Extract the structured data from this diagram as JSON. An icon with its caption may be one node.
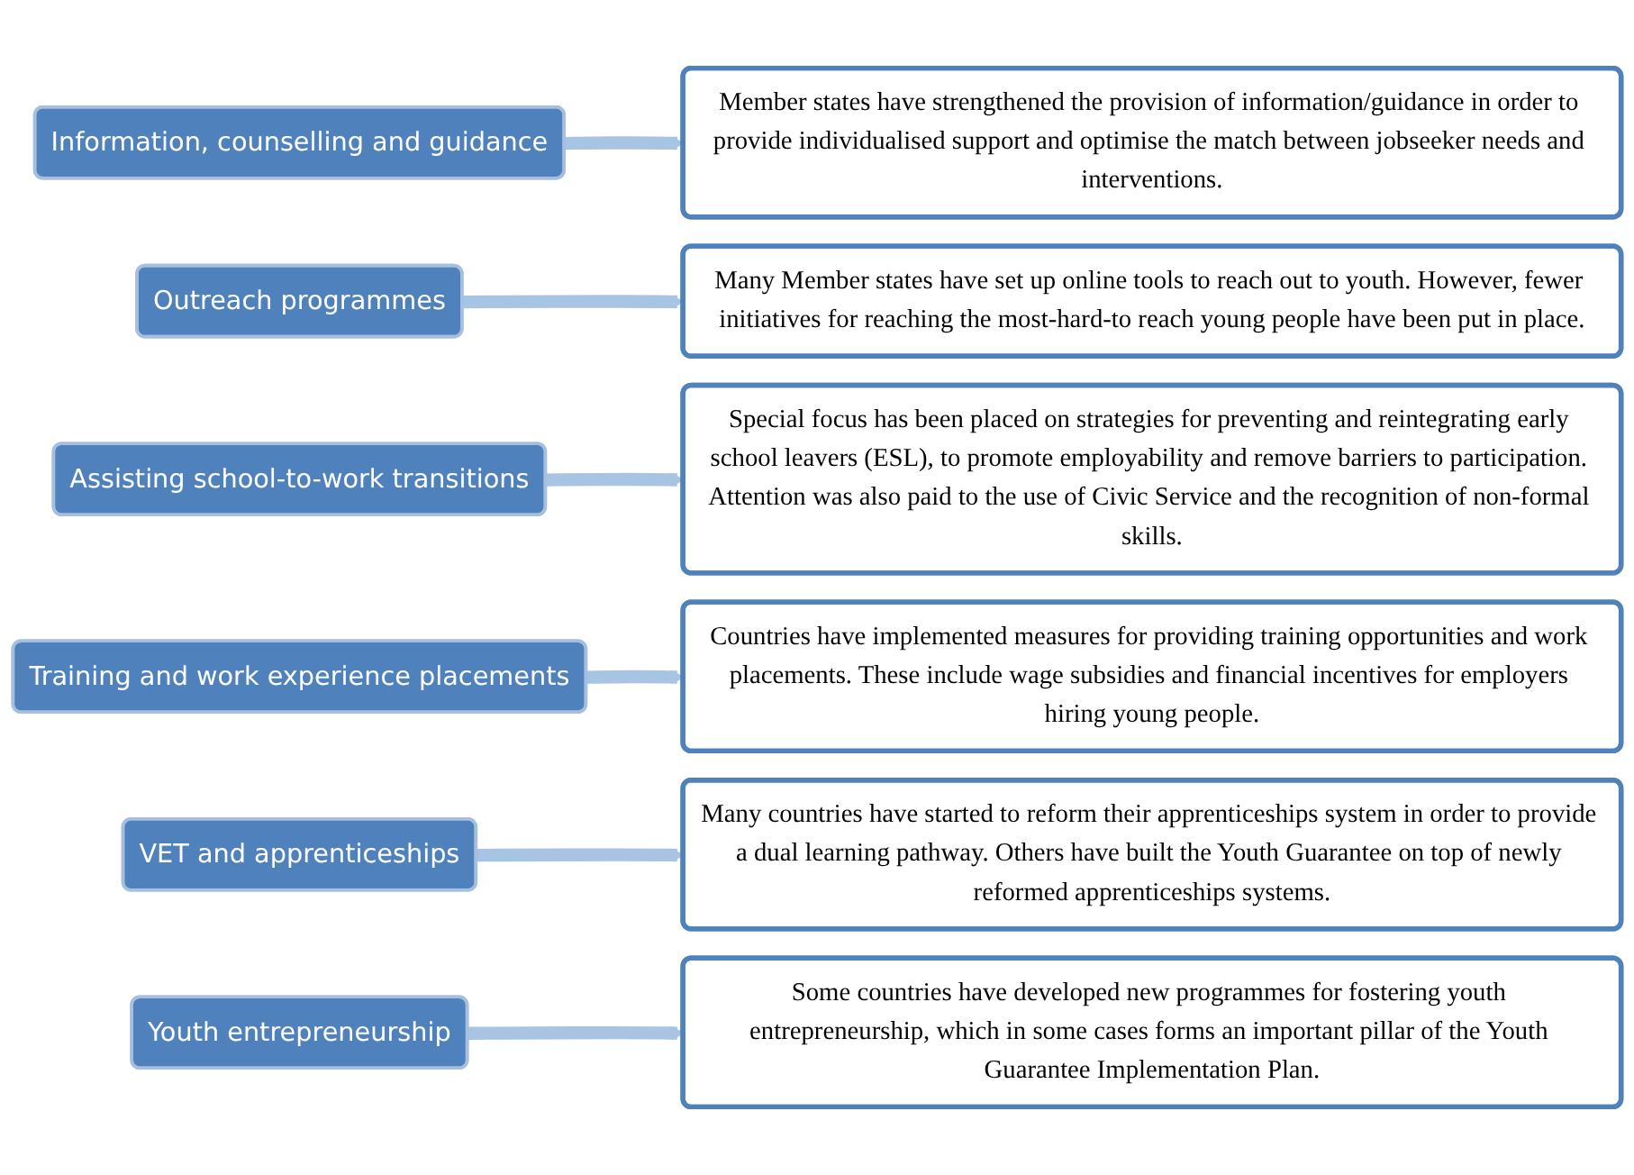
{
  "diagram": {
    "nodes": [
      {
        "text": [
          "Information, counselling and guidance"
        ]
      },
      {
        "text": [
          "Member states have strengthened the provision of information/guidance in order to provide individualised support and optimise the match between jobseeker needs and interventions."
        ]
      },
      {
        "text": [
          "Outreach programmes"
        ]
      },
      {
        "text": [
          "Many Member states have set up online tools to reach out to youth. However, fewer initiatives for reaching the most-hard-to reach young people have been put in place."
        ]
      },
      {
        "text": [
          "Assisting school-to-work transitions"
        ]
      },
      {
        "text": [
          "Special focus has been placed on strategies for preventing and reintegrating early school leavers (ESL), to promote employability and remove barriers to participation. Attention was also paid to the use of Civic Service and the recognition of non-formal skills."
        ]
      },
      {
        "text": [
          "Training and work experience placements"
        ]
      },
      {
        "text": [
          "Countries have implemented measures for providing training opportunities and work placements. These include wage subsidies and financial incentives for employers hiring young people."
        ]
      },
      {
        "text": [
          "VET and apprenticeships"
        ]
      },
      {
        "text": [
          "Many countries have started to reform their apprenticeships system in order to provide a dual learning pathway. Others have built the Youth Guarantee on top of newly reformed apprenticeships systems."
        ]
      },
      {
        "text": [
          "Youth entrepreneurship"
        ]
      },
      {
        "text": [
          "Some countries have developed new programmes for fostering youth entrepreneurship, which in some cases forms an important pillar of the Youth Guarantee Implementation Plan."
        ]
      }
    ],
    "edges": [
      {
        "from": 0,
        "to": 1,
        "arrow": "to"
      },
      {
        "from": 2,
        "to": 3,
        "arrow": "to"
      },
      {
        "from": 4,
        "to": 5,
        "arrow": "to"
      },
      {
        "from": 6,
        "to": 7,
        "arrow": "to"
      },
      {
        "from": 8,
        "to": 9,
        "arrow": "to"
      },
      {
        "from": 10,
        "to": 11,
        "arrow": "to"
      }
    ]
  }
}
